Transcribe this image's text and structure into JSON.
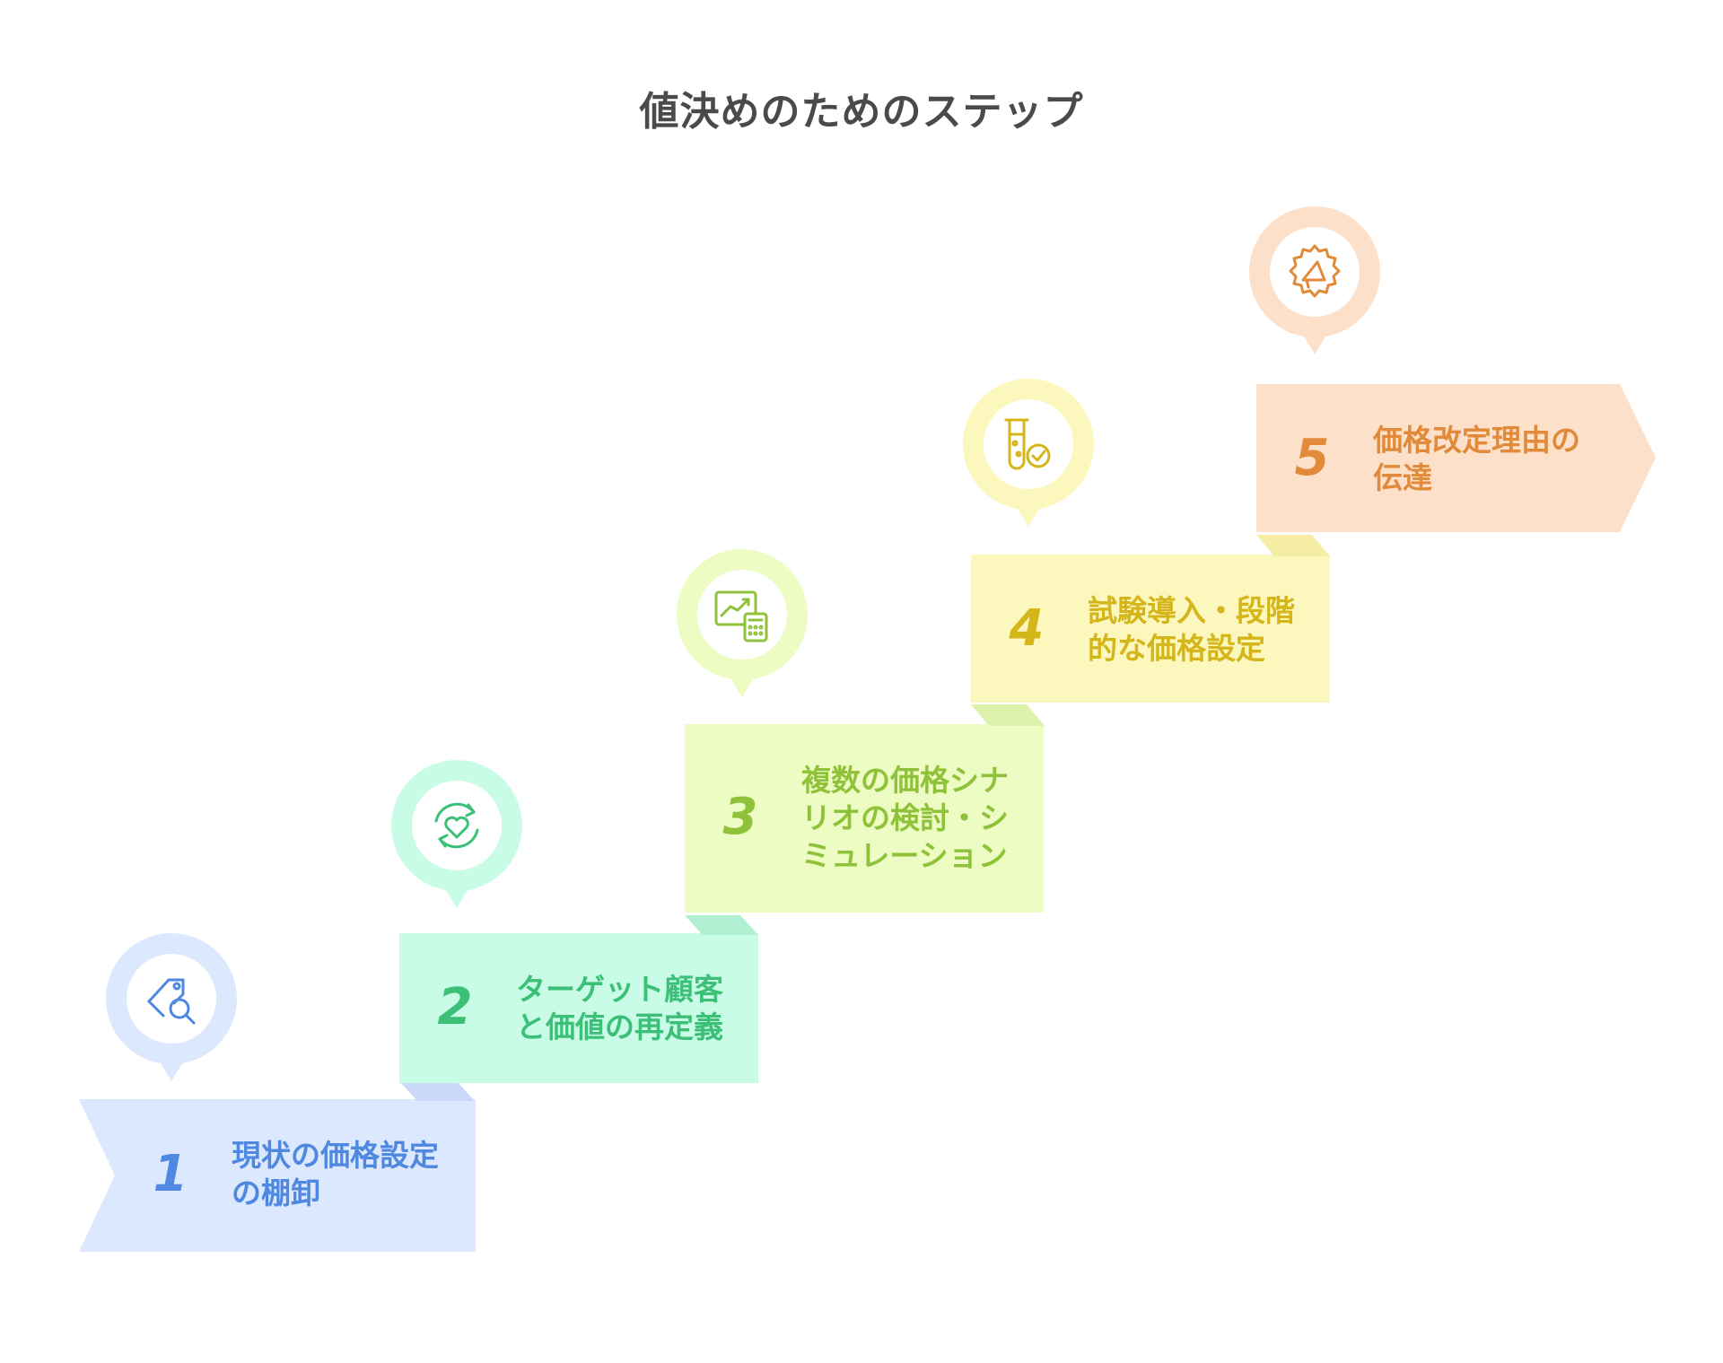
{
  "title": "値決めのためのステップ",
  "steps": [
    {
      "number": "1",
      "label_lines": [
        "現状の価格設定",
        "の棚卸"
      ],
      "icon": "price-tag-search-icon",
      "fill": "#dbe8fd",
      "fold": "#c9daf8",
      "pin_outer": "#dbe8fd",
      "text_color": "#4f88e0",
      "icon_color": "#4f88e0"
    },
    {
      "number": "2",
      "label_lines": [
        "ターゲット顧客",
        "と価値の再定義"
      ],
      "icon": "heart-refresh-icon",
      "fill": "#c9fce6",
      "fold": "#b2f0d4",
      "pin_outer": "#c9fce6",
      "text_color": "#3cbf77",
      "icon_color": "#3cbf77"
    },
    {
      "number": "3",
      "label_lines": [
        "複数の価格シナ",
        "リオの検討・シ",
        "ミュレーション"
      ],
      "icon": "chart-calculator-icon",
      "fill": "#ecfcc3",
      "fold": "#ddf3ac",
      "pin_outer": "#ecfcc3",
      "text_color": "#8fc23a",
      "icon_color": "#8fc23a"
    },
    {
      "number": "4",
      "label_lines": [
        "試験導入・段階",
        "的な価格設定"
      ],
      "icon": "test-tube-check-icon",
      "fill": "#fcf7bd",
      "fold": "#f5eda3",
      "pin_outer": "#fcf7bd",
      "text_color": "#d4b61a",
      "icon_color": "#d4b61a"
    },
    {
      "number": "5",
      "label_lines": [
        "価格改定理由の",
        "伝達"
      ],
      "icon": "megaphone-badge-icon",
      "fill": "#fde0c9",
      "fold": "#f9d1b3",
      "pin_outer": "#fde0c9",
      "text_color": "#e08a3a",
      "icon_color": "#e08a3a"
    }
  ]
}
